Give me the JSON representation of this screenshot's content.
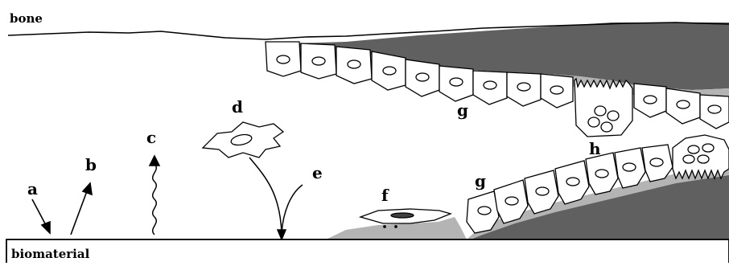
{
  "regions": {
    "top": "bone",
    "bottom": "biomaterial"
  },
  "labels": [
    "a",
    "b",
    "c",
    "d",
    "e",
    "f",
    "g",
    "g",
    "h"
  ],
  "colors": {
    "bone_dark": "#606060",
    "osteoid_light": "#b4b4b4",
    "cell_fill": "#ffffff",
    "outline": "#000000"
  }
}
